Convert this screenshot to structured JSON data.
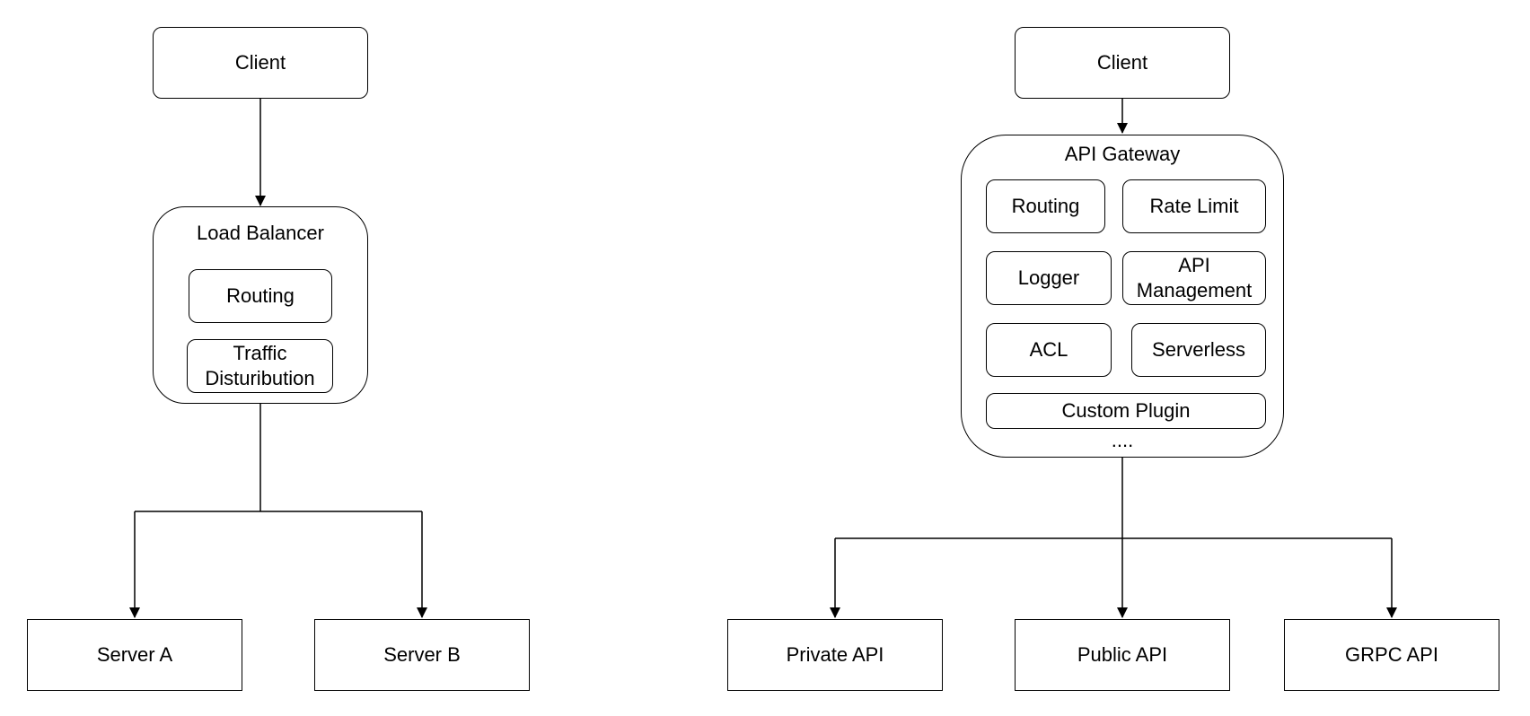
{
  "colors": {
    "stroke": "#000000",
    "fill": "#ffffff",
    "text": "#000000"
  },
  "load_balancer_diagram": {
    "client": "Client",
    "load_balancer": {
      "title": "Load Balancer",
      "routing": "Routing",
      "traffic": "Traffic Disturibution"
    },
    "server_a": "Server A",
    "server_b": "Server B"
  },
  "api_gateway_diagram": {
    "client": "Client",
    "gateway": {
      "title": "API Gateway",
      "routing": "Routing",
      "rate_limit": "Rate Limit",
      "logger": "Logger",
      "api_management": "API Management",
      "acl": "ACL",
      "serverless": "Serverless",
      "custom_plugin": "Custom Plugin",
      "more": "...."
    },
    "private_api": "Private API",
    "public_api": "Public API",
    "grpc_api": "GRPC API"
  }
}
